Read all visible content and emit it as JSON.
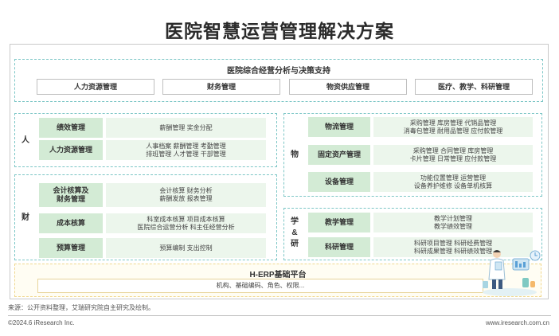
{
  "title": "医院智慧运营管理解决方案",
  "dss": {
    "title": "医院综合经营分析与决策支持",
    "items": [
      "人力资源管理",
      "财务管理",
      "物资供应管理",
      "医疗、教学、科研管理"
    ]
  },
  "sections": {
    "people": {
      "label": "人",
      "modules": [
        {
          "name": "绩效管理",
          "desc": [
            "薪酬管理    奖金分配"
          ]
        },
        {
          "name": "人力资源管理",
          "desc": [
            "人事档案  薪酬管理  考勤管理",
            "排班管理  人才管理  干部管理"
          ]
        }
      ]
    },
    "finance": {
      "label": "财",
      "modules": [
        {
          "name": "会计核算及\n财务管理",
          "desc": [
            "会计核算  财务分析",
            "薪酬发放  报表管理"
          ]
        },
        {
          "name": "成本核算",
          "desc": [
            "科室成本核算  项目成本核算",
            "医院综合运营分析  科主任经营分析"
          ]
        },
        {
          "name": "预算管理",
          "desc": [
            "预算编制    支出控制"
          ]
        }
      ]
    },
    "material": {
      "label": "物",
      "modules": [
        {
          "name": "物流管理",
          "desc": [
            "采购管理  库房管理  代销品管理",
            "消毒包管理  耐用品管理  应付款管理"
          ]
        },
        {
          "name": "固定资产管理",
          "desc": [
            "采购管理  合同管理  库房管理",
            "卡片管理  日常管理  应付款管理"
          ]
        },
        {
          "name": "设备管理",
          "desc": [
            "功能位置管理  运营管理",
            "设备养护维修  设备单机核算"
          ]
        }
      ]
    },
    "research": {
      "label": "学\n&\n研",
      "modules": [
        {
          "name": "教学管理",
          "desc": [
            "教学计划管理",
            "教学绩效管理"
          ]
        },
        {
          "name": "科研管理",
          "desc": [
            "科研项目管理  科研经费管理",
            "科研成果管理  科研绩效管理"
          ]
        }
      ]
    }
  },
  "herp": {
    "title": "H-ERP基础平台",
    "content": "机构、基础编码、角色、权限..."
  },
  "footer": {
    "source": "来源：公开资料整理，艾瑞研究院自主研究及绘制。",
    "copyright": "©2024.6 iResearch Inc.",
    "site": "www.iresearch.com.cn"
  },
  "colors": {
    "module_name_bg": "#d3ebd5",
    "module_desc_bg": "#ecf6ec",
    "section_border": "#7cc6c6",
    "platform_border": "#f0d88f"
  }
}
